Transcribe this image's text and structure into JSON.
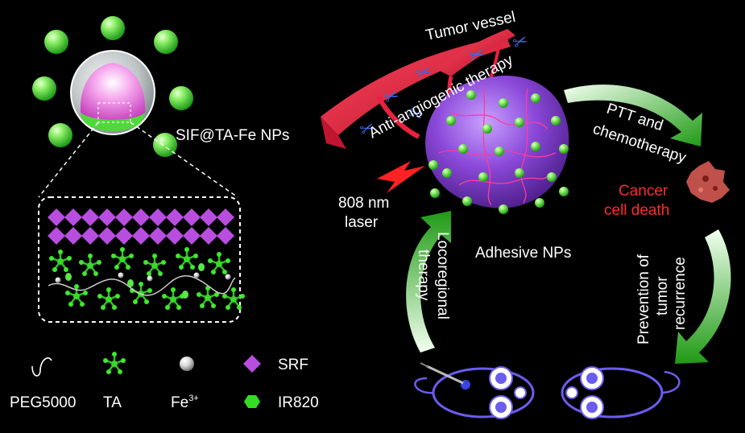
{
  "labels": {
    "np_name": "SIF@TA-Fe NPs",
    "tumor_vessel": "Tumor vessel",
    "anti_angiogenic": "Anti-angiogenic therapy",
    "ptt_line1": "PTT and",
    "ptt_line2": "chemotherapy",
    "cancer_line1": "Cancer",
    "cancer_line2": "cell death",
    "laser_line1": "808 nm",
    "laser_line2": "laser",
    "adhesive": "Adhesive NPs",
    "locoregional_line1": "Locoregional",
    "locoregional_line2": "therapy",
    "prevention_line1": "Prevention of",
    "prevention_line2": "tumor",
    "prevention_line3": "recurrence"
  },
  "legend": {
    "peg": "PEG5000",
    "ta": "TA",
    "fe": "Fe",
    "fe_sup": "3+",
    "srf": "SRF",
    "ir820": "IR820"
  },
  "colors": {
    "background": "#000000",
    "text": "#ffffff",
    "cancer_text": "#ff2a2a",
    "green": "#33dd22",
    "purple": "#b84ee0",
    "tumor": "#8f3fd0",
    "vessel": "#e8223f",
    "arrow_dark": "#1f8a14",
    "arrow_light": "#d8f5d0"
  }
}
